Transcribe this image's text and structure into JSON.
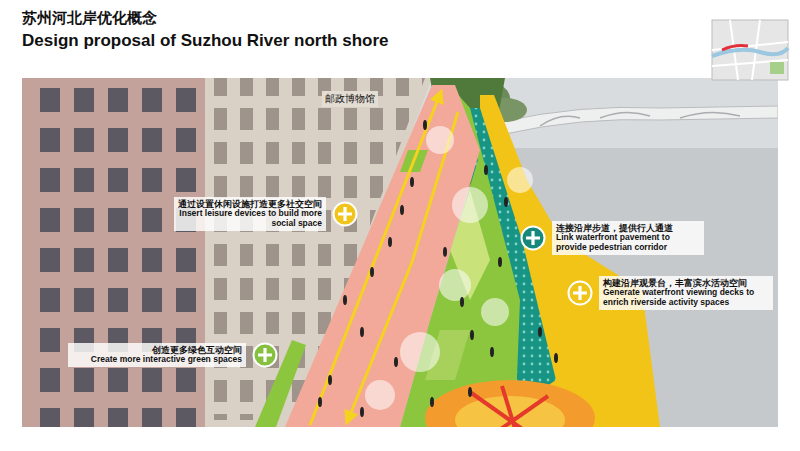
{
  "diagram": {
    "title": "苏州河北岸优化概念",
    "nodes": [
      {
        "text": [
          "通过设置休闲设施打造更多社交空间",
          "Insert leisure devices to build more social space"
        ]
      },
      {
        "text": [
          "连接沿岸步道，提供行人通道",
          "Link waterfront pavement to provide pedestrian corridor"
        ]
      },
      {
        "text": [
          "构建沿岸观景台，丰富滨水活动空间",
          "Generate waterfront viewing decks to enrich riverside activity spaces"
        ]
      },
      {
        "text": [
          "创造更多绿色互动空间",
          "Create more interactive green spaces"
        ]
      }
    ],
    "labels": [
      "Design proposal of Suzhou River north shore",
      "邮政博物馆"
    ]
  }
}
